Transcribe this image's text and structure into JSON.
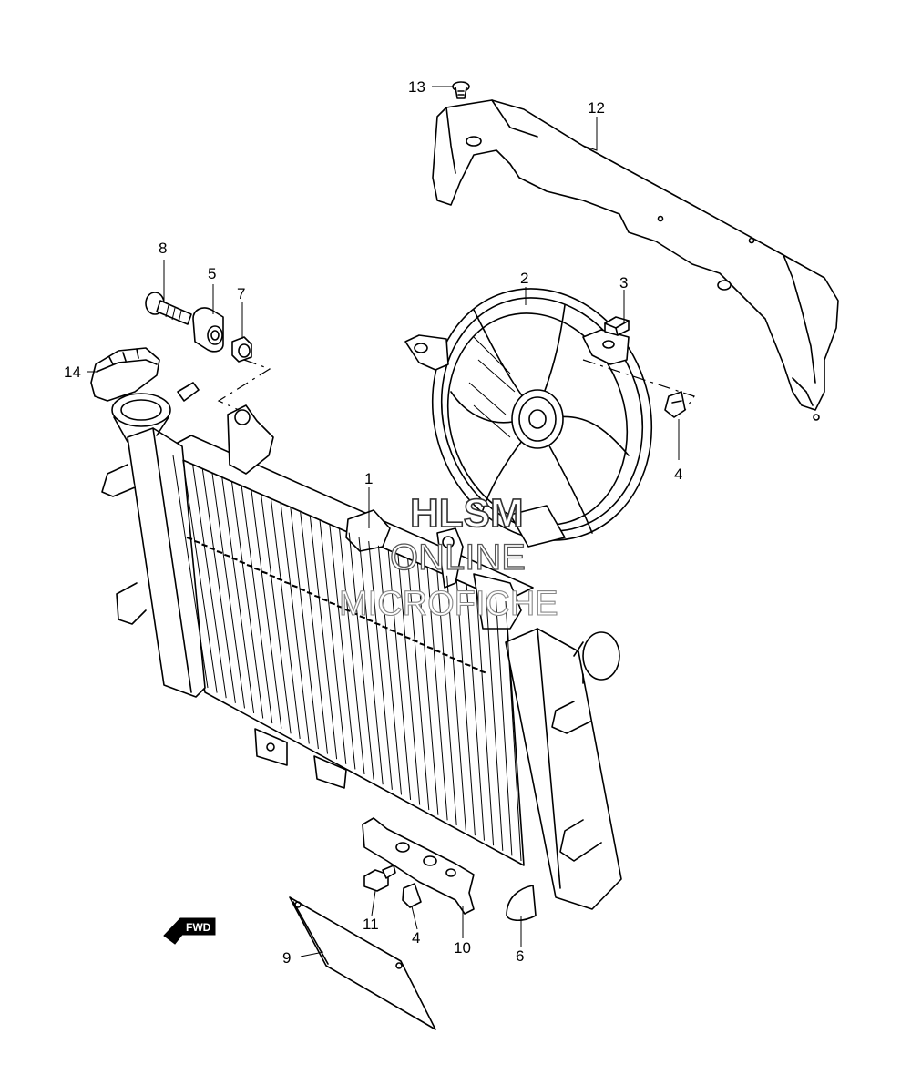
{
  "watermark": {
    "line1": "HLSM",
    "line2": "ONLINE",
    "line3": "MICROFICHE"
  },
  "direction_marker": {
    "text": "FWD",
    "icon": "fwd-arrow-icon"
  },
  "callouts": [
    {
      "id": "callout-1",
      "label": "1",
      "part": "radiator"
    },
    {
      "id": "callout-2",
      "label": "2",
      "part": "cooling-fan"
    },
    {
      "id": "callout-3",
      "label": "3",
      "part": "fan-bolt"
    },
    {
      "id": "callout-4a",
      "label": "4",
      "part": "clip-nut-upper"
    },
    {
      "id": "callout-4b",
      "label": "4",
      "part": "clip-nut-lower"
    },
    {
      "id": "callout-5",
      "label": "5",
      "part": "cushion"
    },
    {
      "id": "callout-6",
      "label": "6",
      "part": "rubber-cap"
    },
    {
      "id": "callout-7",
      "label": "7",
      "part": "spacer"
    },
    {
      "id": "callout-8",
      "label": "8",
      "part": "mount-bolt"
    },
    {
      "id": "callout-9",
      "label": "9",
      "part": "guard-plate"
    },
    {
      "id": "callout-10",
      "label": "10",
      "part": "lower-bracket"
    },
    {
      "id": "callout-11",
      "label": "11",
      "part": "bracket-bolt"
    },
    {
      "id": "callout-12",
      "label": "12",
      "part": "upper-cover"
    },
    {
      "id": "callout-13",
      "label": "13",
      "part": "cover-screw"
    },
    {
      "id": "callout-14",
      "label": "14",
      "part": "radiator-cap"
    }
  ]
}
